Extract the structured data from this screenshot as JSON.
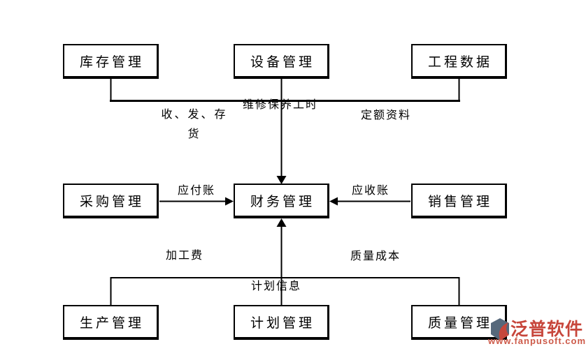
{
  "boxes": {
    "inventory": "库存管理",
    "equipment": "设备管理",
    "engineering_data": "工程数据",
    "procurement": "采购管理",
    "finance": "财务管理",
    "sales": "销售管理",
    "production": "生产管理",
    "planning": "计划管理",
    "quality": "质量管理"
  },
  "edge_labels": {
    "inventory_to_finance_line1": "收、发、存",
    "inventory_to_finance_line2": "货",
    "equipment_to_finance": "维修保养工时",
    "engineering_to_finance": "定额资料",
    "procurement_to_finance": "应付账",
    "sales_to_finance": "应收账",
    "production_to_finance": "加工费",
    "quality_to_finance": "质量成本",
    "planning_to_finance": "计划信息"
  },
  "watermark": {
    "brand": "泛普软件",
    "url": "www.fanpusoft.com",
    "brand_color": "#c7463b",
    "url_color": "#cd5a49",
    "icon_dark_color": "#56687b",
    "icon_red_color": "#c6473c"
  },
  "colors": {
    "background": "#ffffff",
    "line": "#000000",
    "box_border": "#000000",
    "text": "#000000"
  }
}
